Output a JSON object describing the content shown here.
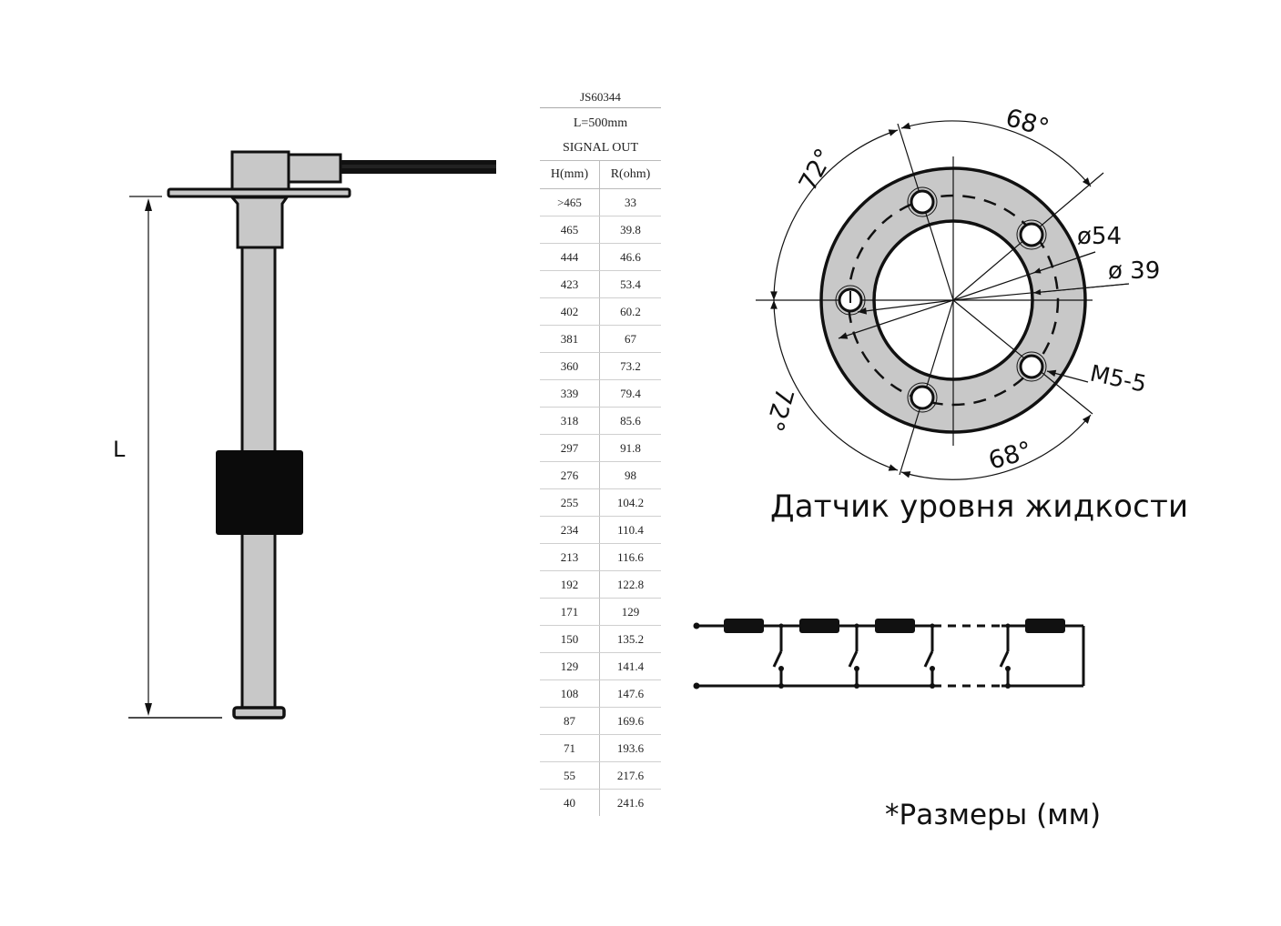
{
  "sensor_drawing": {
    "length_label": "L"
  },
  "table": {
    "model": "JS60344",
    "length": "L=500mm",
    "signal": "SIGNAL OUT",
    "headers": [
      "H(mm)",
      "R(ohm)"
    ],
    "rows": [
      [
        ">465",
        "33"
      ],
      [
        "465",
        "39.8"
      ],
      [
        "444",
        "46.6"
      ],
      [
        "423",
        "53.4"
      ],
      [
        "402",
        "60.2"
      ],
      [
        "381",
        "67"
      ],
      [
        "360",
        "73.2"
      ],
      [
        "339",
        "79.4"
      ],
      [
        "318",
        "85.6"
      ],
      [
        "297",
        "91.8"
      ],
      [
        "276",
        "98"
      ],
      [
        "255",
        "104.2"
      ],
      [
        "234",
        "110.4"
      ],
      [
        "213",
        "116.6"
      ],
      [
        "192",
        "122.8"
      ],
      [
        "171",
        "129"
      ],
      [
        "150",
        "135.2"
      ],
      [
        "129",
        "141.4"
      ],
      [
        "108",
        "147.6"
      ],
      [
        "87",
        "169.6"
      ],
      [
        "71",
        "193.6"
      ],
      [
        "55",
        "217.6"
      ],
      [
        "40",
        "241.6"
      ]
    ]
  },
  "flange": {
    "angle_top_left": "72°",
    "angle_top_right": "68°",
    "angle_bottom_left": "72°",
    "angle_bottom_right": "68°",
    "bolt_circle_diameter": "ø54",
    "inner_diameter": "ø 39",
    "thread": "M5-5",
    "colors": {
      "fill": "#c8c8c8",
      "line": "#111111"
    }
  },
  "caption": "Датчик уровня жидкости",
  "dimensions_note": "*Размеры (мм)",
  "schematic": {
    "resistor_count_shown": 4,
    "switch_count_shown": 4
  }
}
